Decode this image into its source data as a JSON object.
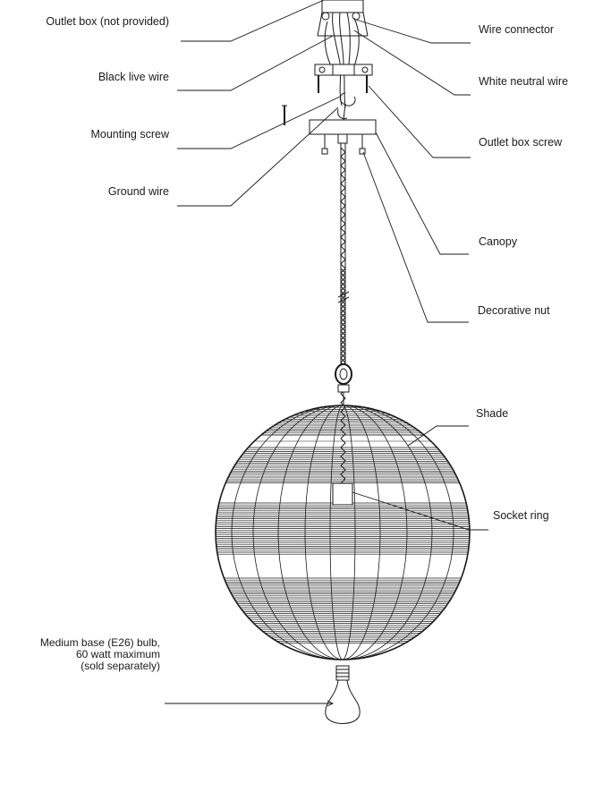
{
  "labels": {
    "outlet_box": "Outlet box (not provided)",
    "black_live_wire": "Black live wire",
    "mounting_screw": "Mounting screw",
    "ground_wire": "Ground wire",
    "wire_connector": "Wire connector",
    "white_neutral_wire": "White neutral wire",
    "outlet_box_screw": "Outlet box screw",
    "canopy": "Canopy",
    "decorative_nut": "Decorative nut",
    "shade": "Shade",
    "socket_ring": "Socket ring",
    "bulb_line1": "Medium base (E26) bulb,",
    "bulb_line2": "60 watt maximum",
    "bulb_line3": "(sold separately)"
  },
  "colors": {
    "line": "#1a1a1a",
    "background": "#ffffff"
  }
}
